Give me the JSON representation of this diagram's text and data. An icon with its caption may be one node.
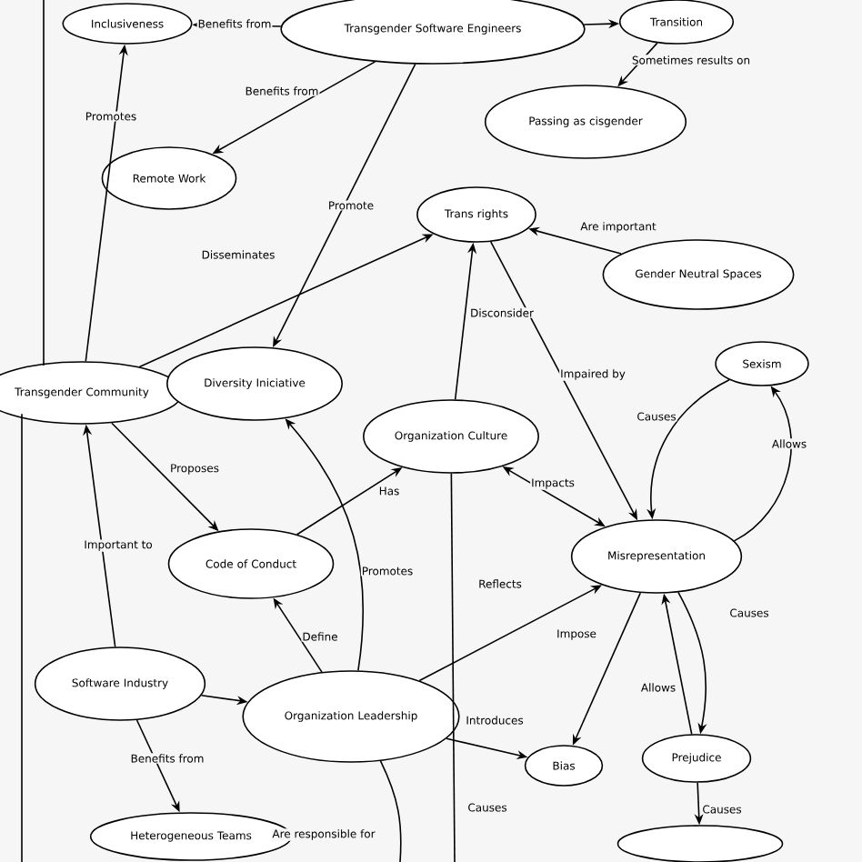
{
  "diagram": {
    "nodes": [
      {
        "text": [
          "Inclusiveness"
        ]
      },
      {
        "text": [
          "Transgender Software Engineers"
        ]
      },
      {
        "text": [
          "Transition"
        ]
      },
      {
        "text": [
          "Passing as cisgender"
        ]
      },
      {
        "text": [
          "Remote Work"
        ]
      },
      {
        "text": [
          "Trans rights"
        ]
      },
      {
        "text": [
          "Gender Neutral Spaces"
        ]
      },
      {
        "text": [
          "Sexism"
        ]
      },
      {
        "text": [
          "Transgender Community"
        ]
      },
      {
        "text": [
          "Diversity Iniciative"
        ]
      },
      {
        "text": [
          "Organization Culture"
        ]
      },
      {
        "text": [
          "Code of Conduct"
        ]
      },
      {
        "text": [
          "Misrepresentation"
        ]
      },
      {
        "text": [
          "Software Industry"
        ]
      },
      {
        "text": [
          "Organization Leadership"
        ]
      },
      {
        "text": [
          "Bias"
        ]
      },
      {
        "text": [
          "Prejudice"
        ]
      },
      {
        "text": [
          "Heterogeneous Teams"
        ]
      },
      {
        "text": [],
        "shape": "ellipse"
      }
    ],
    "edges": [
      {
        "from": 1,
        "to": 0,
        "arrow": "to",
        "label": "Benefits from"
      },
      {
        "from": 1,
        "to": 2,
        "arrow": "to"
      },
      {
        "from": 2,
        "to": 3,
        "arrow": "to",
        "label": "Sometimes results on"
      },
      {
        "from": 1,
        "to": 4,
        "arrow": "to",
        "label": "Benefits from"
      },
      {
        "from": 8,
        "to": 0,
        "arrow": "to",
        "label": "Promotes"
      },
      {
        "from": 1,
        "to": 9,
        "arrow": "to",
        "label": "Promote"
      },
      {
        "from": 8,
        "to": 5,
        "arrow": "to",
        "label": "Disseminates"
      },
      {
        "from": 6,
        "to": 5,
        "arrow": "to",
        "label": "Are important"
      },
      {
        "from": 10,
        "to": 5,
        "arrow": "to",
        "label": "Disconsider"
      },
      {
        "from": 5,
        "to": 12,
        "arrow": "to",
        "label": "Impaired by"
      },
      {
        "from": 12,
        "to": 7,
        "arrow": "to",
        "label": "Allows"
      },
      {
        "from": 7,
        "to": 12,
        "arrow": "to",
        "label": "Causes"
      },
      {
        "from": 10,
        "to": 12,
        "arrow": "both",
        "label": "Impacts"
      },
      {
        "from": 8,
        "to": 11,
        "arrow": "to",
        "label": "Proposes"
      },
      {
        "from": 11,
        "to": 10,
        "arrow": "to",
        "label": "Has"
      },
      {
        "from": 14,
        "to": 9,
        "arrow": "to",
        "label": "Promotes"
      },
      {
        "from": 13,
        "to": 8,
        "arrow": "to",
        "label": "Important to"
      },
      {
        "from": 14,
        "to": 11,
        "arrow": "to",
        "label": "Define"
      },
      {
        "from": 13,
        "to": 14,
        "arrow": "to"
      },
      {
        "from": 14,
        "to": 12,
        "arrow": "to",
        "label": "Reflects"
      },
      {
        "from": 12,
        "to": 15,
        "arrow": "to",
        "label": "Impose"
      },
      {
        "from": 14,
        "to": 15,
        "arrow": "to",
        "label": "Introduces"
      },
      {
        "from": 16,
        "to": 12,
        "arrow": "to",
        "label": "Allows"
      },
      {
        "from": 12,
        "to": 16,
        "arrow": "to",
        "label": "Causes"
      },
      {
        "from": 16,
        "to": 18,
        "arrow": "to",
        "label": "Causes"
      },
      {
        "from": 13,
        "to": 17,
        "arrow": "to",
        "label": "Benefits from"
      },
      {
        "from": 14,
        "to": null,
        "arrow": "none",
        "label": "Are responsible for"
      },
      {
        "from": 10,
        "to": null,
        "arrow": "none",
        "label": "Causes"
      },
      {
        "from": 8,
        "to": null,
        "arrow": "none"
      },
      {
        "from": 8,
        "to": null,
        "arrow": "none"
      }
    ]
  }
}
